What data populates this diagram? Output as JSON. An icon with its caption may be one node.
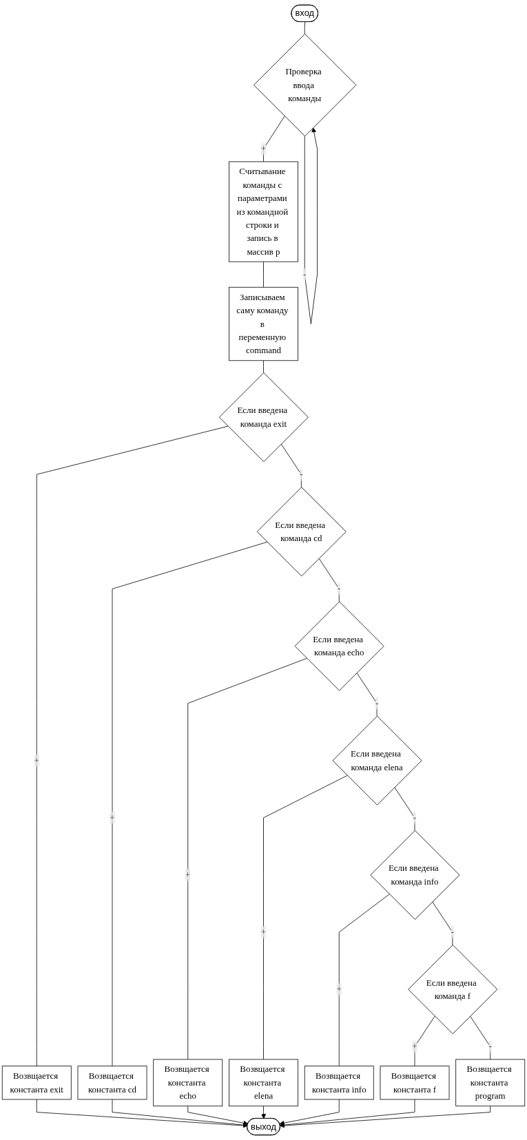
{
  "diagram": {
    "nodes": [
      {
        "text": [
          "вход"
        ]
      },
      {
        "text": [
          "Проверка ввода команды"
        ]
      },
      {
        "text": [
          "Считывание команды с параметрами из командной строки и запись в массив p"
        ]
      },
      {
        "text": [
          "Записываем саму команду в переменную command"
        ]
      },
      {
        "text": [
          "Если введена команда exit"
        ]
      },
      {
        "text": [
          "Возвщается константа exit"
        ]
      },
      {
        "text": [
          "Если введена команда cd"
        ]
      },
      {
        "text": [
          "Возвщается константа cd"
        ]
      },
      {
        "text": [
          "Если введена команда echo"
        ]
      },
      {
        "text": [
          "Возвщается константа echo"
        ]
      },
      {
        "text": [
          "Если введена команда elena"
        ]
      },
      {
        "text": [
          "Возвщается константа elena"
        ]
      },
      {
        "text": [
          "Если введена команда info"
        ]
      },
      {
        "text": [
          "Возвщается константа info"
        ]
      },
      {
        "text": [
          "Если введена команда f"
        ]
      },
      {
        "text": [
          "Возвщается константа f"
        ]
      },
      {
        "text": [
          "Возвщается константа program"
        ]
      },
      {
        "text": [
          "выход"
        ]
      }
    ],
    "edges": [
      {
        "from": 0,
        "to": 1,
        "arrow": "none"
      },
      {
        "from": 1,
        "to": 1,
        "label": "-",
        "arrow": "to"
      },
      {
        "from": 1,
        "to": 2,
        "label": "+",
        "arrow": "none"
      },
      {
        "from": 2,
        "to": 3,
        "arrow": "none"
      },
      {
        "from": 3,
        "to": 4,
        "arrow": "none"
      },
      {
        "from": 4,
        "to": 5,
        "label": "+",
        "arrow": "none"
      },
      {
        "from": 4,
        "to": 6,
        "label": "-",
        "arrow": "none"
      },
      {
        "from": 5,
        "to": 17,
        "arrow": "to"
      },
      {
        "from": 6,
        "to": 7,
        "label": "+",
        "arrow": "none"
      },
      {
        "from": 6,
        "to": 8,
        "label": "-",
        "arrow": "none"
      },
      {
        "from": 7,
        "to": 17,
        "arrow": "to"
      },
      {
        "from": 8,
        "to": 9,
        "label": "+",
        "arrow": "none"
      },
      {
        "from": 8,
        "to": 10,
        "label": "-",
        "arrow": "none"
      },
      {
        "from": 9,
        "to": 17,
        "arrow": "to"
      },
      {
        "from": 10,
        "to": 11,
        "label": "+",
        "arrow": "none"
      },
      {
        "from": 10,
        "to": 12,
        "label": "-",
        "arrow": "none"
      },
      {
        "from": 11,
        "to": 17,
        "arrow": "to"
      },
      {
        "from": 12,
        "to": 13,
        "label": "+",
        "arrow": "none"
      },
      {
        "from": 12,
        "to": 14,
        "label": "-",
        "arrow": "none"
      },
      {
        "from": 13,
        "to": 17,
        "arrow": "to"
      },
      {
        "from": 14,
        "to": 15,
        "label": "+",
        "arrow": "none"
      },
      {
        "from": 14,
        "to": 16,
        "label": "-",
        "arrow": "none"
      },
      {
        "from": 15,
        "to": 17,
        "arrow": "to"
      },
      {
        "from": 16,
        "to": 17,
        "arrow": "to"
      }
    ]
  }
}
